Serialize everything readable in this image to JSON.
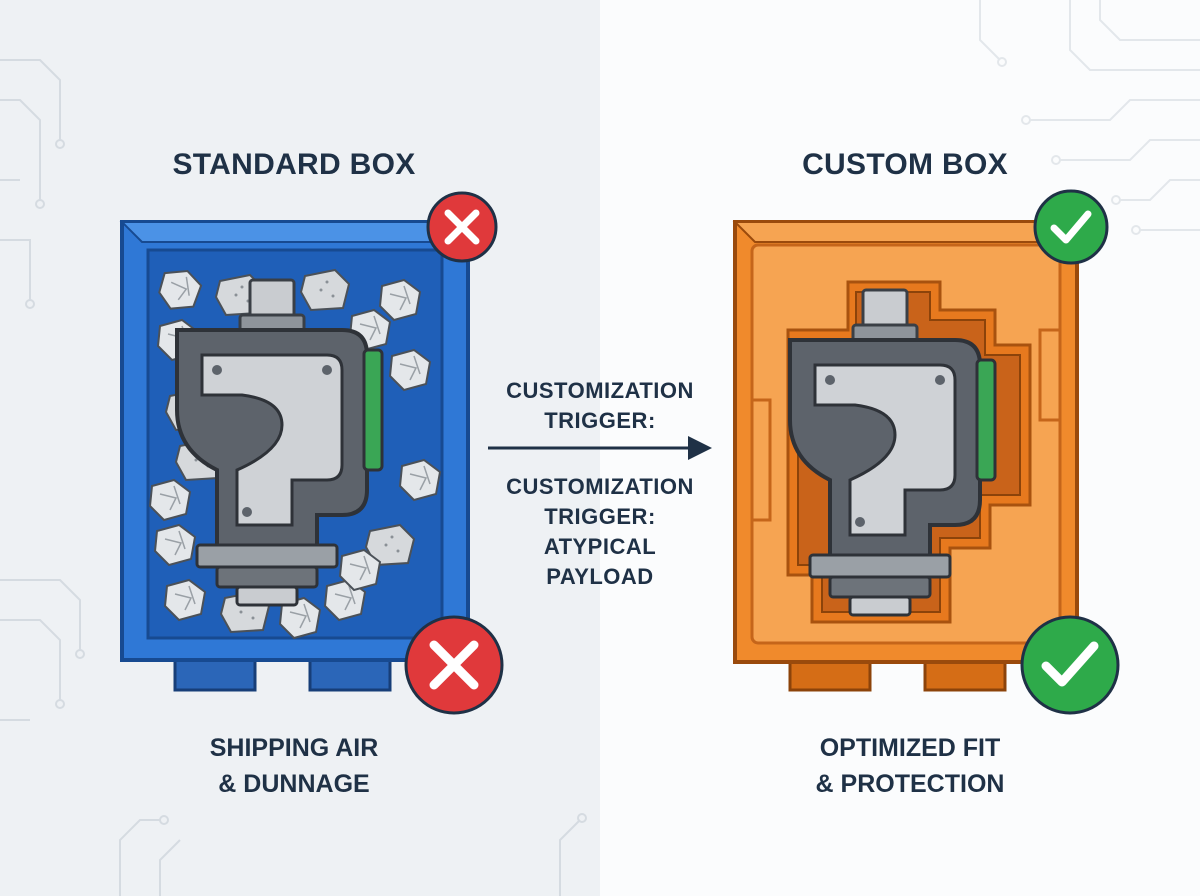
{
  "left_panel": {
    "title": "STANDARD BOX",
    "caption_line1": "SHIPPING AIR",
    "caption_line2": "& DUNNAGE",
    "badge_icon": "x-mark-icon",
    "accent_color": "#2f78d6"
  },
  "right_panel": {
    "title": "CUSTOM BOX",
    "caption_line1": "OPTIMIZED FIT",
    "caption_line2": "& PROTECTION",
    "badge_icon": "check-mark-icon",
    "accent_color": "#f08a2c"
  },
  "middle": {
    "top_line1": "CUSTOMIZATION",
    "top_line2": "TRIGGER:",
    "bottom_line1": "CUSTOMIZATION",
    "bottom_line2": "TRIGGER:",
    "bottom_line3": "ATYPICAL",
    "bottom_line4": "PAYLOAD",
    "arrow_icon": "right-arrow-icon"
  },
  "colors": {
    "reject_red": "#e0393b",
    "accept_green": "#2eaa4a",
    "text_navy": "#1f3146"
  }
}
